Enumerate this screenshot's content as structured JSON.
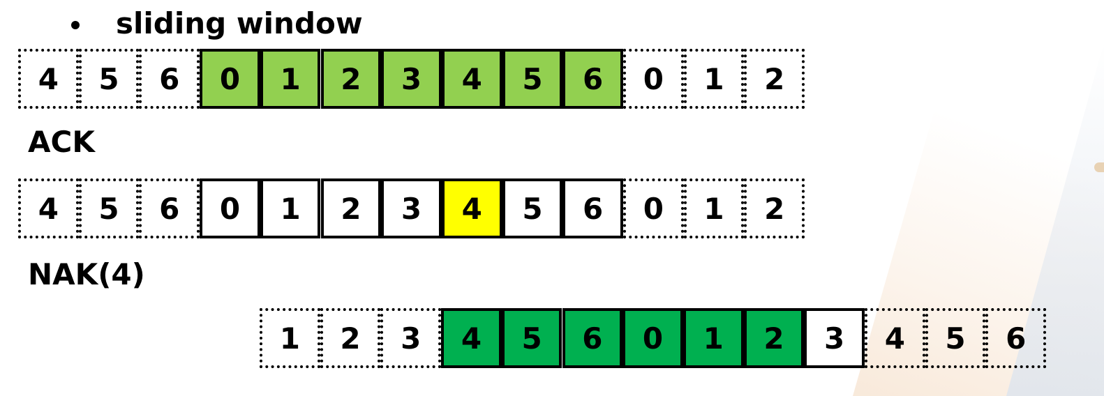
{
  "bullet_title": "sliding window",
  "labels": {
    "ack": "ACK",
    "nak": "NAK(4)"
  },
  "colors": {
    "window_light_green": "#92d050",
    "highlight_yellow": "#ffff00",
    "window_dark_green": "#00b050"
  },
  "rows": [
    {
      "cells": [
        {
          "v": "4",
          "style": "dotted",
          "fill": "none"
        },
        {
          "v": "5",
          "style": "dotted",
          "fill": "none"
        },
        {
          "v": "6",
          "style": "dotted",
          "fill": "none"
        },
        {
          "v": "0",
          "style": "solid",
          "fill": "green"
        },
        {
          "v": "1",
          "style": "solid",
          "fill": "green"
        },
        {
          "v": "2",
          "style": "solid",
          "fill": "green"
        },
        {
          "v": "3",
          "style": "solid",
          "fill": "green"
        },
        {
          "v": "4",
          "style": "solid",
          "fill": "green"
        },
        {
          "v": "5",
          "style": "solid",
          "fill": "green"
        },
        {
          "v": "6",
          "style": "solid",
          "fill": "green"
        },
        {
          "v": "0",
          "style": "dotted",
          "fill": "none"
        },
        {
          "v": "1",
          "style": "dotted",
          "fill": "none"
        },
        {
          "v": "2",
          "style": "dotted",
          "fill": "none"
        }
      ]
    },
    {
      "cells": [
        {
          "v": "4",
          "style": "dotted",
          "fill": "none"
        },
        {
          "v": "5",
          "style": "dotted",
          "fill": "none"
        },
        {
          "v": "6",
          "style": "dotted",
          "fill": "none"
        },
        {
          "v": "0",
          "style": "solid",
          "fill": "white"
        },
        {
          "v": "1",
          "style": "solid",
          "fill": "white"
        },
        {
          "v": "2",
          "style": "solid",
          "fill": "white"
        },
        {
          "v": "3",
          "style": "solid",
          "fill": "white"
        },
        {
          "v": "4",
          "style": "solid",
          "fill": "yellow"
        },
        {
          "v": "5",
          "style": "solid",
          "fill": "white"
        },
        {
          "v": "6",
          "style": "solid",
          "fill": "white"
        },
        {
          "v": "0",
          "style": "dotted",
          "fill": "none"
        },
        {
          "v": "1",
          "style": "dotted",
          "fill": "none"
        },
        {
          "v": "2",
          "style": "dotted",
          "fill": "none"
        }
      ]
    },
    {
      "cells": [
        {
          "v": "1",
          "style": "dotted",
          "fill": "none"
        },
        {
          "v": "2",
          "style": "dotted",
          "fill": "none"
        },
        {
          "v": "3",
          "style": "dotted",
          "fill": "none"
        },
        {
          "v": "4",
          "style": "solid",
          "fill": "dkgreen"
        },
        {
          "v": "5",
          "style": "solid",
          "fill": "dkgreen"
        },
        {
          "v": "6",
          "style": "solid",
          "fill": "dkgreen"
        },
        {
          "v": "0",
          "style": "solid",
          "fill": "dkgreen"
        },
        {
          "v": "1",
          "style": "solid",
          "fill": "dkgreen"
        },
        {
          "v": "2",
          "style": "solid",
          "fill": "dkgreen"
        },
        {
          "v": "3",
          "style": "solid",
          "fill": "white"
        },
        {
          "v": "4",
          "style": "dotted",
          "fill": "none"
        },
        {
          "v": "5",
          "style": "dotted",
          "fill": "none"
        },
        {
          "v": "6",
          "style": "dotted",
          "fill": "none"
        }
      ]
    }
  ]
}
